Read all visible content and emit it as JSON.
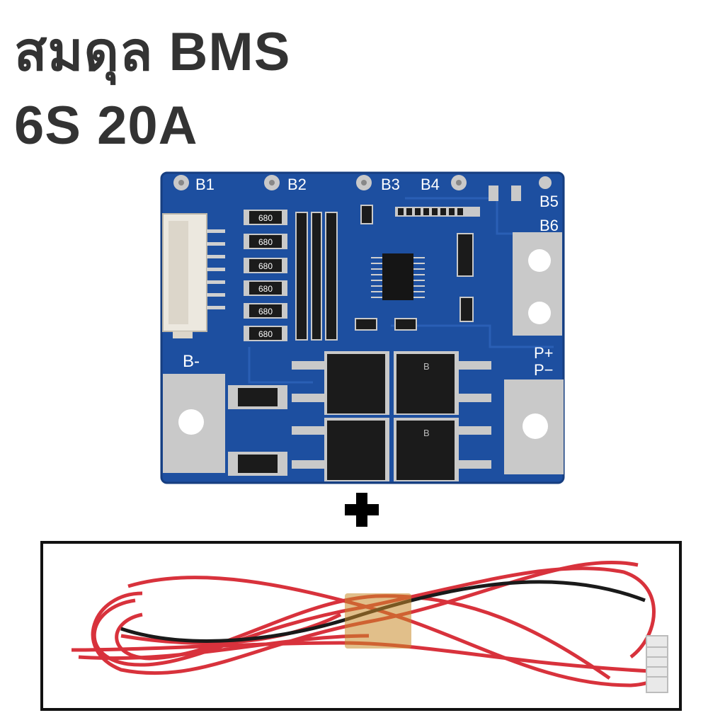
{
  "title": {
    "line1": "สมดุล BMS",
    "line2": "6S 20A"
  },
  "board": {
    "labels": {
      "b1": "B1",
      "b2": "B2",
      "b3": "B3",
      "b4": "B4",
      "b5": "B5",
      "b6": "B6",
      "b_minus": "B-",
      "p_plus": "P+",
      "p_minus": "P−"
    },
    "resistor_codes": [
      "680",
      "680",
      "680",
      "680",
      "680",
      "680"
    ],
    "mosfet_marks": [
      "B",
      "B"
    ],
    "colors": {
      "pcb": "#1d4fa0",
      "pcb_dark": "#173f85",
      "pad": "#c9c9c9",
      "mosfet": "#1b1b1b"
    }
  },
  "separator": {
    "icon": "plus-icon"
  },
  "cable": {
    "colors": {
      "red": "#d8323c",
      "black": "#1a1a1a",
      "tape": "#c88a2a",
      "connector": "#e9e9e9"
    }
  }
}
